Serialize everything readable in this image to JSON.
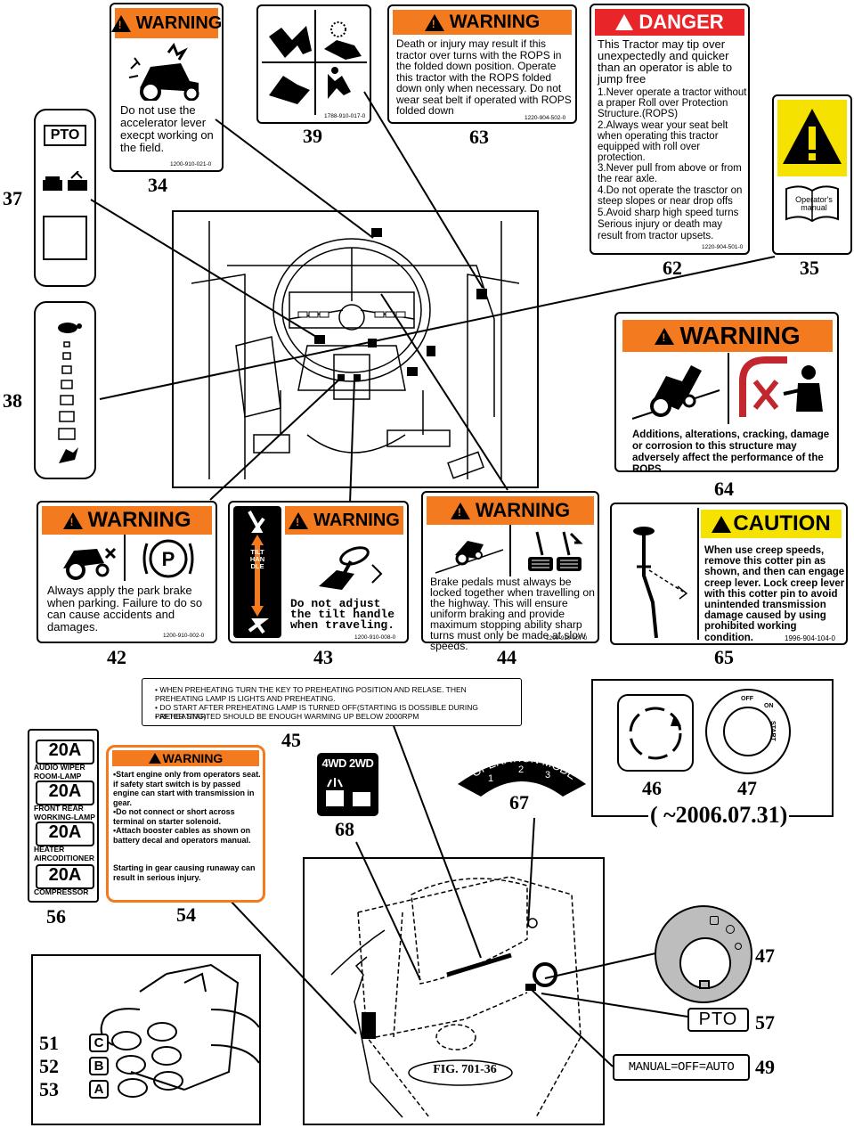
{
  "labels": {
    "l34": {
      "header": "WARNING",
      "text": "Do not use the accelerator lever execpt working on the field.",
      "code": "1200-910-021-0",
      "num": "34"
    },
    "l39": {
      "code": "1788-910-017-0",
      "num": "39"
    },
    "l63": {
      "header": "WARNING",
      "text": "Death or injury may result if this tractor over turns with the ROPS in the folded down position. Operate this tractor with the ROPS folded down only when necessary. Do  not wear seat belt if operated with ROPS folded down",
      "code": "1220-904-502-0",
      "num": "63"
    },
    "l62": {
      "header": "DANGER",
      "intro": "This Tractor may tip over unexpectedly and quicker than an operator is able to jump free",
      "items": [
        "1.Never operate a tractor without a praper Roll over Protection Structure.(ROPS)",
        "2.Always wear your seat belt when operating this tractor equipped with roll over protection.",
        "3.Never pull from above or from the rear axle.",
        "4.Do not operate the trasctor on steep slopes or near drop offs",
        "5.Avoid sharp high speed turns"
      ],
      "outro": "Serious injury or death may result from tractor upsets.",
      "code": "1220-904-501-0",
      "num": "62"
    },
    "l35": {
      "text": "Operator's manual",
      "num": "35"
    },
    "l37": {
      "text": "PTO",
      "num": "37"
    },
    "l38": {
      "num": "38"
    },
    "l64": {
      "header": "WARNING",
      "text": "Additions, alterations, cracking, damage or corrosion to this structure may adversely affect the performance of the ROPS",
      "num": "64"
    },
    "l42": {
      "header": "WARNING",
      "text": "Always apply the park  brake when parking. Failure to do so can cause accidents and damages.",
      "code": "1200-910-002-0",
      "num": "42"
    },
    "l43": {
      "header": "WARNING",
      "side": "TILT HANDLE",
      "text": "Do not adjust the tilt handle when traveling.",
      "code": "1200-910-008-0",
      "num": "43"
    },
    "l44": {
      "header": "WARNING",
      "text": "Brake pedals must always be locked together when travelling on the highway. This will ensure uniform braking and provide maximum stopping ability sharp turns must only be made at slow speeds.",
      "code": "1200-910-007-0",
      "num": "44"
    },
    "l65": {
      "header": "CAUTION",
      "text": "When use creep speeds, remove this cotter pin as shown, and then can engage creep lever. Lock creep lever with this cotter pin to avoid unintended transmission damage caused by using prohibited working condition.",
      "code": "1996-904-104-0",
      "num": "65"
    },
    "l45": {
      "lines": [
        "• WHEN PREHEATING TURN THE KEY TO PREHEATING POSITION AND RELASE. THEN PREHEATING LAMP IS LIGHTS AND PREHEATING.",
        "• DO START AFTER PREHEATING LAMP IS TURNED OFF(STARTING IS DOSSIBLE DURING  PREHEATING)",
        "• AFTER STARTED SHOULD BE ENOUGH  WARMING UP BELOW 2000RPM"
      ],
      "num": "45"
    },
    "l46": {
      "num": "46"
    },
    "l47a": {
      "off": "OFF",
      "on": "ON",
      "start": "START",
      "num": "47"
    },
    "date": "( ~2006.07.31)",
    "l56": {
      "fuses": [
        {
          "amp": "20A",
          "cap": "AUDIO WIPER ROOM-LAMP"
        },
        {
          "amp": "20A",
          "cap": "FRONT REAR WORKING-LAMP"
        },
        {
          "amp": "20A",
          "cap": "HEATER AIRCODITIONER"
        },
        {
          "amp": "20A",
          "cap": "COMPRESSOR"
        }
      ],
      "num": "56"
    },
    "l54": {
      "header": "WARNING",
      "items": [
        "•Start engine only from operators seat. if safety start switch is by passed engine can start with transmission in gear.",
        "•Do not connect or short across terminal on starter solenoid.",
        "•Attach booster cables as shown on battery decal and operators manual."
      ],
      "outro": "Starting in gear causing runaway can result in serious injury.",
      "num": "54"
    },
    "l68": {
      "text": "4WD 2WD",
      "num": "68"
    },
    "l67": {
      "title": "OPERATION MODE",
      "marks": [
        "1",
        "2",
        "3"
      ],
      "num": "67"
    },
    "l47b": {
      "num": "47"
    },
    "l57": {
      "text": "PTO",
      "num": "57"
    },
    "l49": {
      "text": "MANUAL=OFF=AUTO",
      "num": "49"
    },
    "fig": "FIG. 701-36",
    "valves": [
      {
        "num": "51",
        "letter": "C"
      },
      {
        "num": "52",
        "letter": "B"
      },
      {
        "num": "53",
        "letter": "A"
      }
    ]
  }
}
